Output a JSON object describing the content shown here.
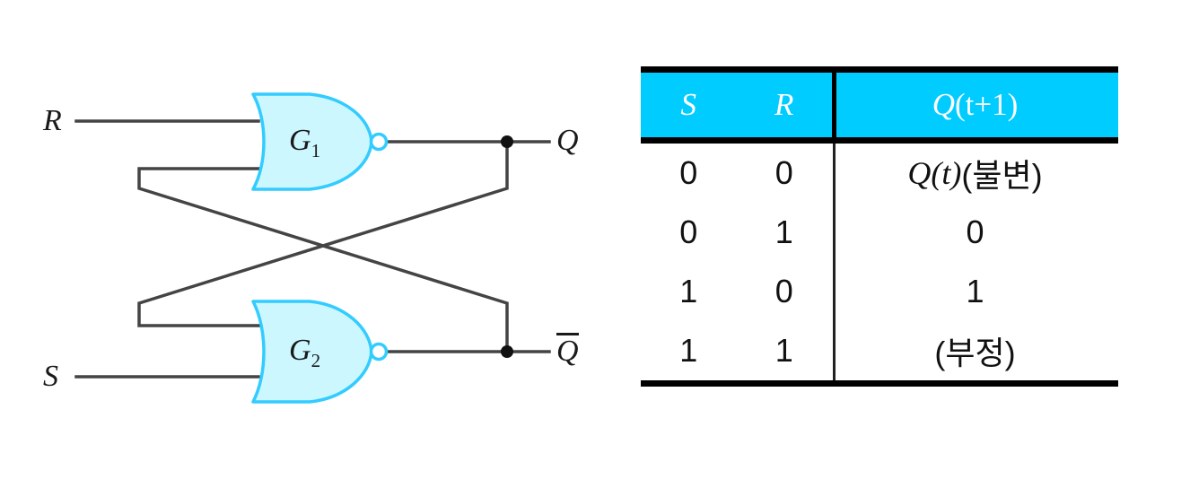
{
  "diagram": {
    "title_present": false,
    "type": "sr-latch-nor",
    "colors": {
      "gate_fill": "#CCF7FF",
      "gate_stroke": "#33CCFF",
      "wire": "#444444",
      "text": "#1a1a1a",
      "table_header_bg": "#00CCFF",
      "table_header_text": "#ffffff",
      "rule": "#000000"
    },
    "inputs": [
      {
        "name": "input-r",
        "label": "R"
      },
      {
        "name": "input-s",
        "label": "S"
      }
    ],
    "gates": [
      {
        "name": "gate-g1",
        "label": "G",
        "subscript": "1",
        "kind": "NOR"
      },
      {
        "name": "gate-g2",
        "label": "G",
        "subscript": "2",
        "kind": "NOR"
      }
    ],
    "outputs": [
      {
        "name": "output-q",
        "label": "Q",
        "overline": false
      },
      {
        "name": "output-qbar",
        "label": "Q",
        "overline": true
      }
    ]
  },
  "table": {
    "header": {
      "col_s": "S",
      "col_r": "R",
      "q_next_prefix": "Q",
      "q_next_suffix": "(t+1)",
      "q_next_full": "Q(t+1)"
    },
    "rows": [
      {
        "s": "0",
        "r": "0",
        "q_next_italic": "Q(t)",
        "q_next_rest": "(불변)",
        "q_next_full": "Q(t)(불변)"
      },
      {
        "s": "0",
        "r": "1",
        "q_next_italic": "",
        "q_next_rest": "0",
        "q_next_full": "0"
      },
      {
        "s": "1",
        "r": "0",
        "q_next_italic": "",
        "q_next_rest": "1",
        "q_next_full": "1"
      },
      {
        "s": "1",
        "r": "1",
        "q_next_italic": "",
        "q_next_rest": "(부정)",
        "q_next_full": "(부정)"
      }
    ]
  }
}
